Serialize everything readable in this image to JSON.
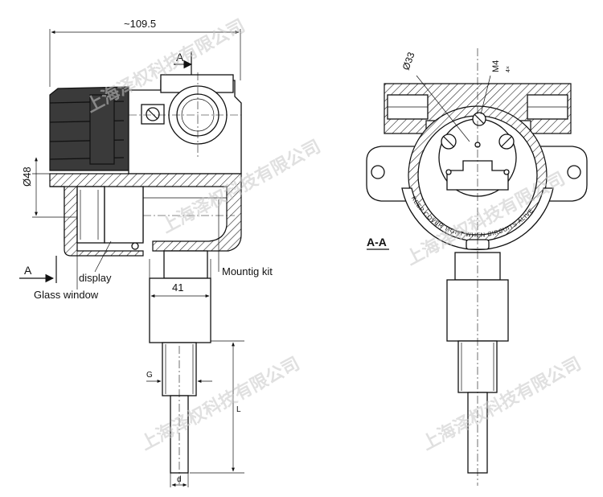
{
  "dimensions": {
    "overall_width": "~109.5",
    "diameter_48": "Ø48",
    "width_41": "41",
    "thread_g": "G",
    "length_l": "L",
    "diameter_d": "d",
    "diameter_33": "Ø33",
    "screw_m4": "M4",
    "screw_count": "4×"
  },
  "section_markers": {
    "top_marker": "A",
    "bottom_marker": "A",
    "section_title": "A-A"
  },
  "callouts": {
    "display": "display",
    "glass_window": "Glass window",
    "mounting_kit": "Mountig kit"
  },
  "cover_text": "KEEP COVER TIGHT WHEN CIRCUITS ALIVE",
  "watermark": "上海泽权科技有限公司"
}
